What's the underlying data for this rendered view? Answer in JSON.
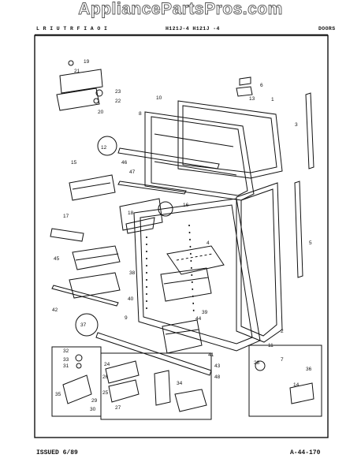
{
  "watermark": "AppliancePartsPros.com",
  "header": {
    "left": "L R I U T R F I A O I",
    "model": "H121J-4 H121J -4",
    "section": "DOORS"
  },
  "footer": {
    "issued": "ISSUED 6/89",
    "code": "A-44-170"
  },
  "callouts": [
    "1",
    "2",
    "3",
    "4",
    "5",
    "6",
    "7",
    "8",
    "9",
    "10",
    "11",
    "12",
    "13",
    "14",
    "15",
    "16",
    "17",
    "18",
    "19",
    "20",
    "21",
    "22",
    "23",
    "24",
    "25",
    "26",
    "27",
    "28",
    "29",
    "30",
    "31",
    "32",
    "33",
    "34",
    "35",
    "36",
    "37",
    "38",
    "39",
    "40",
    "41",
    "42",
    "43",
    "44",
    "45",
    "46",
    "47",
    "48"
  ]
}
